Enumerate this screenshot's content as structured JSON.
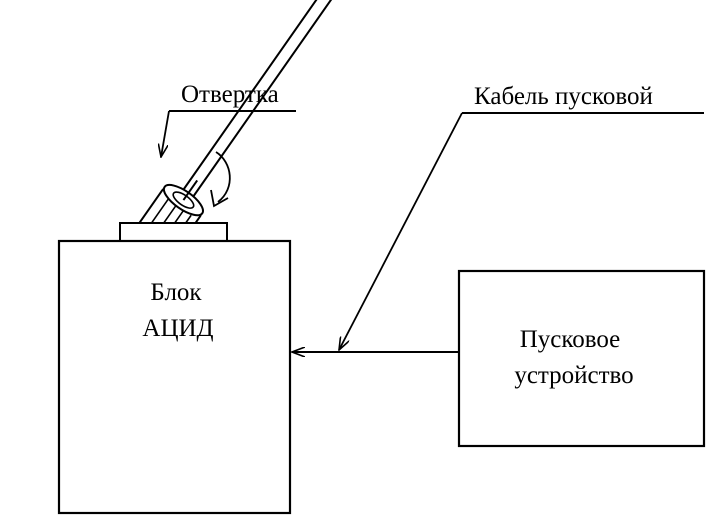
{
  "labels": {
    "screwdriver": "Отвертка",
    "cable": "Кабель пусковой",
    "block_line1": "Блок",
    "block_line2": "АЦИД",
    "starter_line1": "Пусковое",
    "starter_line2": "устройство"
  },
  "colors": {
    "stroke": "#000000",
    "background": "#ffffff"
  }
}
